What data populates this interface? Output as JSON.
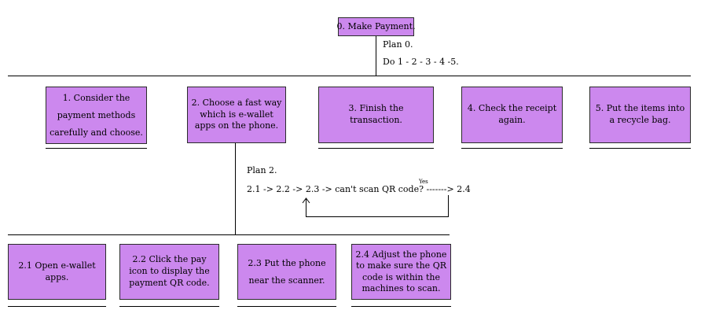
{
  "root": {
    "label": "0. Make Payment.",
    "plan_title": "Plan 0.",
    "plan_text": "Do 1 - 2 - 3 - 4 -5."
  },
  "level1": [
    {
      "label": "1. Consider the payment methods carefully and choose."
    },
    {
      "label": "2. Choose a fast way which is e-wallet apps on the phone."
    },
    {
      "label": "3. Finish the transaction."
    },
    {
      "label": "4. Check the receipt again."
    },
    {
      "label": "5. Put the items into a recycle bag."
    }
  ],
  "plan2": {
    "title": "Plan 2.",
    "sequence": "2.1 -> 2.2 -> 2.3 ->  can't scan QR code? -------> 2.4",
    "yes_label": "Yes"
  },
  "level2": [
    {
      "label": "2.1 Open e-wallet apps."
    },
    {
      "label": "2.2 Click the pay icon to display the payment QR code."
    },
    {
      "label": "2.3 Put the phone near the scanner."
    },
    {
      "label": "2.4 Adjust the phone to make sure the QR code is within the machines to scan."
    }
  ],
  "colors": {
    "box_fill": "#cc88ee",
    "box_border": "#2b2b2b",
    "line": "#000000"
  }
}
